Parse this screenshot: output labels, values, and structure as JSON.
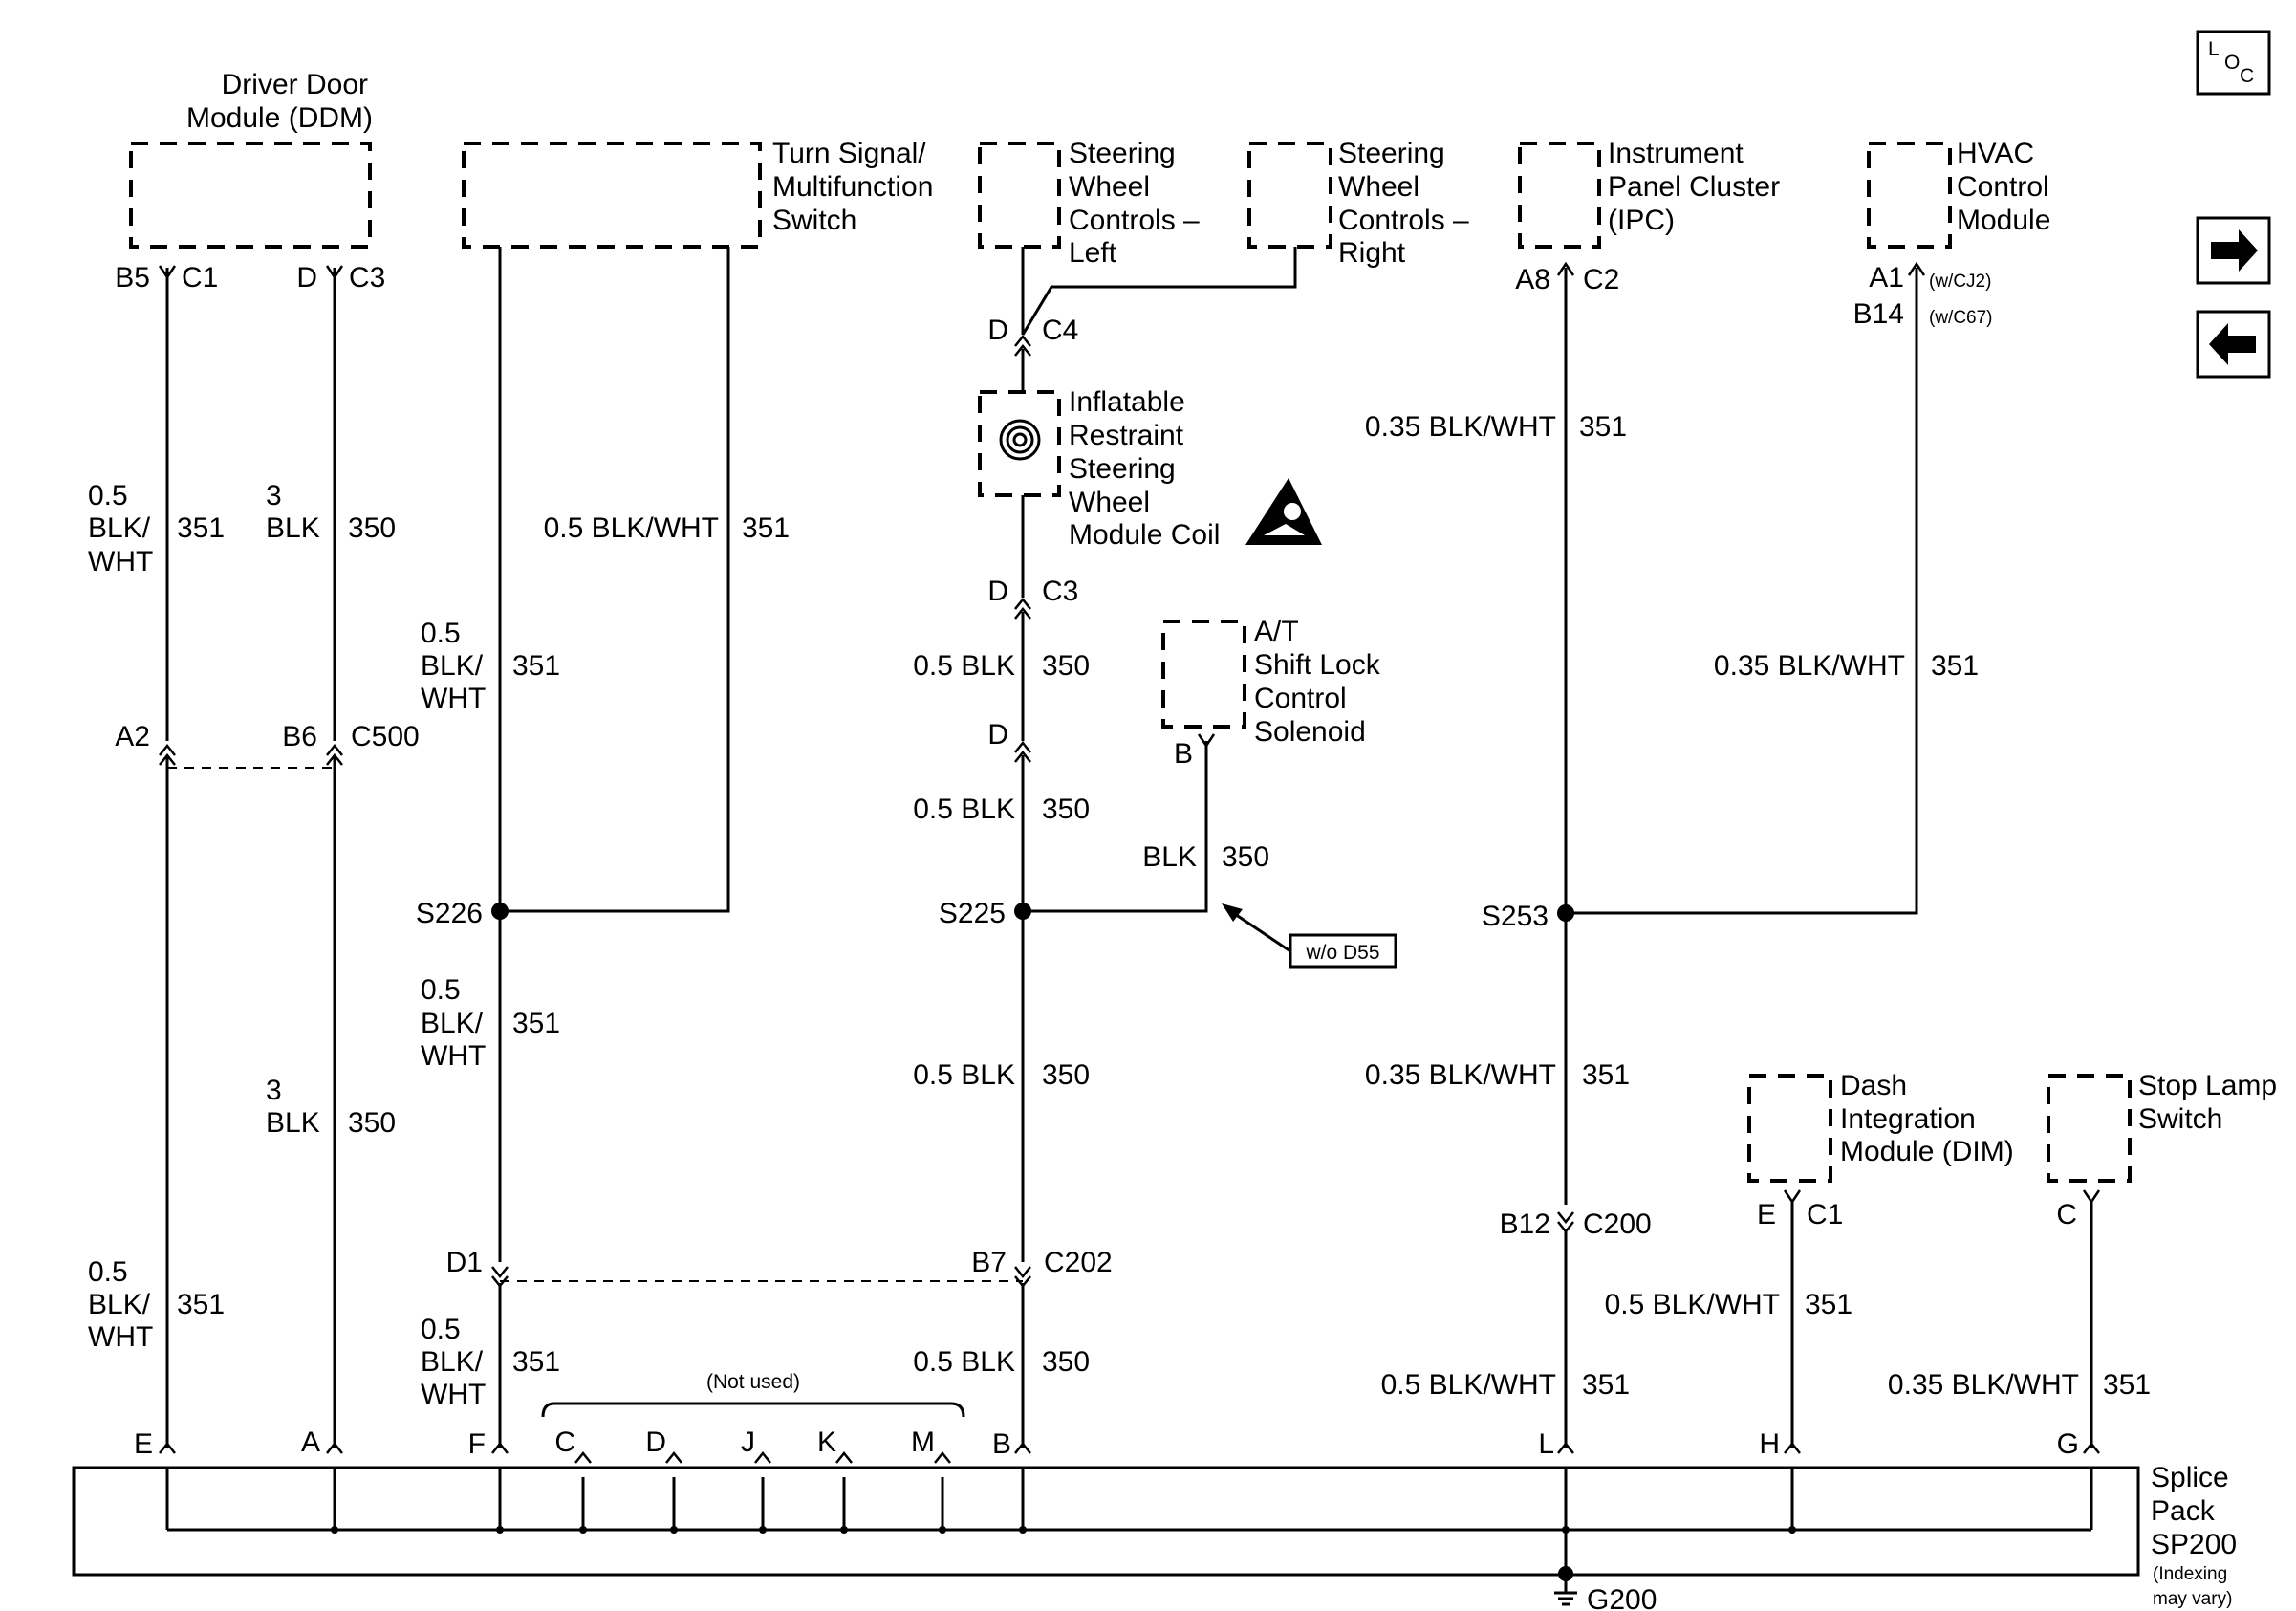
{
  "components": {
    "ddm": [
      "Driver Door",
      "Module (DDM)"
    ],
    "turn_signal": [
      "Turn Signal/",
      "Multifunction",
      "Switch"
    ],
    "swc_left": [
      "Steering",
      "Wheel",
      "Controls –",
      "Left"
    ],
    "swc_right": [
      "Steering",
      "Wheel",
      "Controls –",
      "Right"
    ],
    "ipc": [
      "Instrument",
      "Panel Cluster",
      "(IPC)"
    ],
    "hvac": [
      "HVAC",
      "Control",
      "Module"
    ],
    "airbag_coil": [
      "Inflatable",
      "Restraint",
      "Steering",
      "Wheel",
      "Module Coil"
    ],
    "shift_lock": [
      "A/T",
      "Shift Lock",
      "Control",
      "Solenoid"
    ],
    "dim": [
      "Dash",
      "Integration",
      "Module (DIM)"
    ],
    "stop_lamp": [
      "Stop Lamp",
      "Switch"
    ],
    "splice_pack": [
      "Splice",
      "Pack",
      "SP200"
    ],
    "splice_note": [
      "(Indexing",
      "may vary)"
    ]
  },
  "pins": {
    "ddm_b5": "B5",
    "ddm_c1": "C1",
    "ddm_d": "D",
    "ddm_c3": "C3",
    "swc_d": "D",
    "swc_c4": "C4",
    "coil_d": "D",
    "coil_c3": "C3",
    "col_d": "D",
    "ipc_a8": "A8",
    "ipc_c2": "C2",
    "hvac_a1": "A1",
    "hvac_a1_note": "(w/CJ2)",
    "hvac_b14": "B14",
    "hvac_b14_note": "(w/C67)",
    "c500_a2": "A2",
    "c500_b6": "B6",
    "c500": "C500",
    "shift_b": "B",
    "c202_d1": "D1",
    "c202_b7": "B7",
    "c202": "C202",
    "c200_b12": "B12",
    "c200": "C200",
    "dim_e": "E",
    "dim_c1": "C1",
    "stop_c": "C",
    "sp_e": "E",
    "sp_a": "A",
    "sp_f": "F",
    "sp_c": "C",
    "sp_d": "D",
    "sp_j": "J",
    "sp_k": "K",
    "sp_m": "M",
    "sp_b": "B",
    "sp_l": "L",
    "sp_h": "H",
    "sp_g": "G"
  },
  "not_used": "(Not used)",
  "splices": {
    "s226": "S226",
    "s225": "S225",
    "s253": "S253"
  },
  "ground": "G200",
  "option_tag": "w/o D55",
  "wires": {
    "w1_top": {
      "size": [
        "0.5",
        "BLK/",
        "WHT"
      ],
      "circuit": "351"
    },
    "w2_top": {
      "size": [
        "3",
        "BLK"
      ],
      "circuit": "350"
    },
    "w_ts": {
      "size": "0.5 BLK/WHT",
      "circuit": "351"
    },
    "w_col_left": {
      "size": [
        "0.5",
        "BLK/",
        "WHT"
      ],
      "circuit": "351"
    },
    "w_coil_below": {
      "size": "0.5 BLK",
      "circuit": "350"
    },
    "w_col_mid": {
      "size": "0.5 BLK",
      "circuit": "350"
    },
    "w_shift": {
      "size": "BLK",
      "circuit": "350"
    },
    "w_ipc": {
      "size": "0.35 BLK/WHT",
      "circuit": "351"
    },
    "w_hvac": {
      "size": "0.35 BLK/WHT",
      "circuit": "351"
    },
    "w_s226_below": {
      "size": [
        "0.5",
        "BLK/",
        "WHT"
      ],
      "circuit": "351"
    },
    "w2_bottom": {
      "size": [
        "3",
        "BLK"
      ],
      "circuit": "350"
    },
    "w_s225_below": {
      "size": "0.5 BLK",
      "circuit": "350"
    },
    "w_s253_below": {
      "size": "0.35 BLK/WHT",
      "circuit": "351"
    },
    "w1_bottom": {
      "size": [
        "0.5",
        "BLK/",
        "WHT"
      ],
      "circuit": "351"
    },
    "w_f": {
      "size": [
        "0.5",
        "BLK/",
        "WHT"
      ],
      "circuit": "351"
    },
    "w_b": {
      "size": "0.5 BLK",
      "circuit": "350"
    },
    "w_dim": {
      "size": "0.5 BLK/WHT",
      "circuit": "351"
    },
    "w_l": {
      "size": "0.5 BLK/WHT",
      "circuit": "351"
    },
    "w_g": {
      "size": "0.35 BLK/WHT",
      "circuit": "351"
    }
  },
  "nav": {
    "loc_icon": "location-icon",
    "next_icon": "right-arrow-icon",
    "prev_icon": "left-arrow-icon"
  }
}
